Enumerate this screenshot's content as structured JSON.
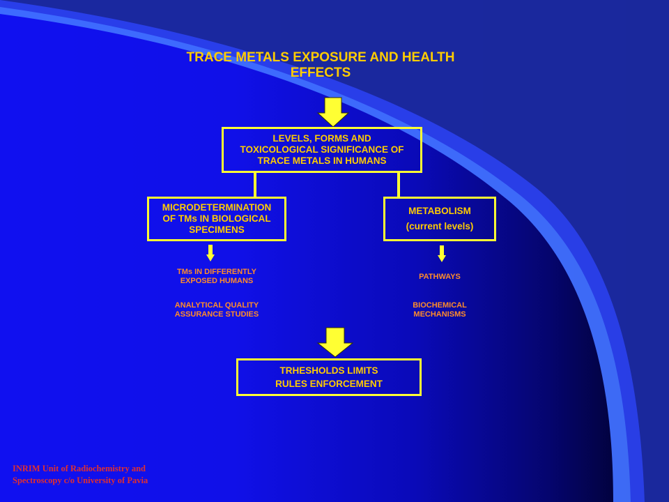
{
  "title": {
    "line1": "TRACE METALS EXPOSURE AND HEALTH",
    "line2": "EFFECTS"
  },
  "top_box": {
    "line1": "LEVELS, FORMS AND",
    "line2": "TOXICOLOGICAL SIGNIFICANCE OF",
    "line3": "TRACE METALS IN HUMANS"
  },
  "left_box": {
    "line1": "MICRODETERMINATION",
    "line2": "OF TMs IN BIOLOGICAL",
    "line3": "SPECIMENS"
  },
  "right_box": {
    "line1": "METABOLISM",
    "line2": "(current levels)"
  },
  "left_labels": [
    {
      "line1": "TMs IN DIFFERENTLY",
      "line2": "EXPOSED HUMANS"
    },
    {
      "line1": "ANALYTICAL QUALITY",
      "line2": "ASSURANCE STUDIES"
    }
  ],
  "right_labels": [
    {
      "line1": "PATHWAYS"
    },
    {
      "line1": "BIOCHEMICAL",
      "line2": "MECHANISMS"
    }
  ],
  "bottom_box": {
    "line1": "TRHESHOLDS LIMITS",
    "line2": "RULES ENFORCEMENT"
  },
  "footer": {
    "line1": "INRIM Unit of Radiochemistry and",
    "line2": "Spectroscopy c/o University of Pavia"
  },
  "colors": {
    "background": "#1010f0",
    "box_border": "#ffff33",
    "box_text": "#ffcc00",
    "label_text": "#ff8c2a",
    "footer_text": "#e03030",
    "swoosh": "#3366ff"
  }
}
